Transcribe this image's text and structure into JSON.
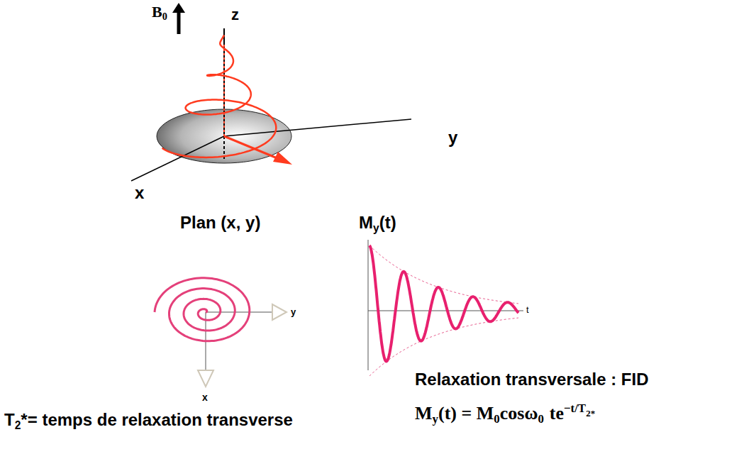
{
  "diagram": {
    "labels": [
      "B",
      "0",
      "z",
      "y",
      "x",
      "Plan (x, y)",
      "M",
      "y",
      "(t)",
      "y",
      "x",
      "t",
      "Relaxation transversale : FID",
      "M",
      "y",
      "(t) = M",
      "0",
      "cosω",
      "0",
      "te",
      "−t/T",
      "2*",
      "T",
      "2",
      "*= temps de relaxation transverse"
    ]
  }
}
